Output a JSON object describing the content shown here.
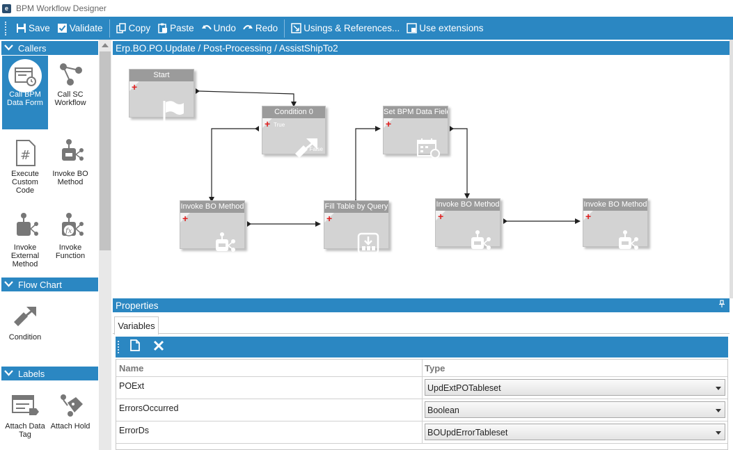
{
  "window": {
    "title": "BPM Workflow Designer",
    "app_icon_glyph": "e"
  },
  "toolbar": {
    "save": "Save",
    "validate": "Validate",
    "copy": "Copy",
    "paste": "Paste",
    "undo": "Undo",
    "redo": "Redo",
    "usings": "Usings & References...",
    "extensions": "Use extensions"
  },
  "palette": {
    "callers": {
      "title": "Callers",
      "tools": [
        "Call BPM Data Form",
        "Call SC Workflow",
        "Execute Custom Code",
        "Invoke BO Method",
        "Invoke External Method",
        "Invoke Function"
      ]
    },
    "flowchart": {
      "title": "Flow Chart",
      "tools": [
        "Condition"
      ]
    },
    "labels": {
      "title": "Labels",
      "tools": [
        "Attach Data Tag",
        "Attach Hold"
      ]
    }
  },
  "breadcrumb": "Erp.BO.PO.Update / Post-Processing / AssistShipTo2",
  "nodes": {
    "start": "Start",
    "condition": "Condition 0",
    "condition_true": "True",
    "condition_false": "False",
    "set_field": "Set BPM Data Field",
    "invoke1": "Invoke BO Method",
    "fill_table": "Fill Table by Query",
    "invoke2": "Invoke BO Method",
    "invoke3": "Invoke BO Method"
  },
  "properties": {
    "title": "Properties",
    "tab": "Variables",
    "columns": {
      "name": "Name",
      "type": "Type"
    },
    "rows": [
      {
        "name": "POExt",
        "type": "UpdExtPOTableset"
      },
      {
        "name": "ErrorsOccurred",
        "type": "Boolean"
      },
      {
        "name": "ErrorDs",
        "type": "BOUpdErrorTableset"
      }
    ]
  },
  "colors": {
    "accent": "#2b87c2",
    "node_head": "#9b9b9b",
    "node_body": "#d3d3d3"
  }
}
